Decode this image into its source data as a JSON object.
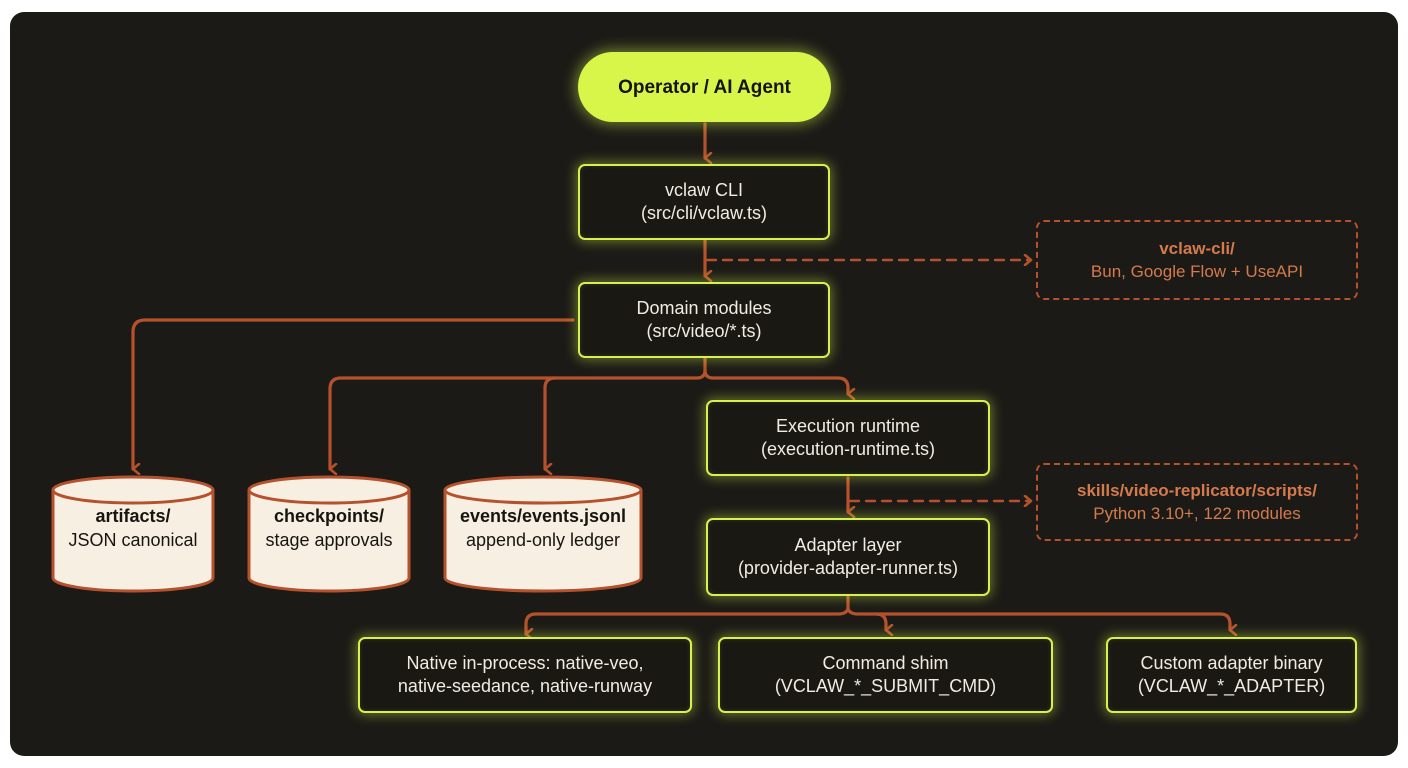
{
  "colors": {
    "background": "#1b1a16",
    "accent": "#d8f64a",
    "edge": "#b5512c",
    "dashed_text": "#d47a4d",
    "cylinder_fill": "#f7efe2"
  },
  "operator": {
    "label": "Operator / AI Agent"
  },
  "cli": {
    "line1": "vclaw CLI",
    "line2": "(src/cli/vclaw.ts)"
  },
  "domain": {
    "line1": "Domain modules",
    "line2": "(src/video/*.ts)"
  },
  "runtime": {
    "line1": "Execution runtime",
    "line2": "(execution-runtime.ts)"
  },
  "adapter": {
    "line1": "Adapter layer",
    "line2": "(provider-adapter-runner.ts)"
  },
  "ext_cli": {
    "line1": "vclaw-cli/",
    "line2": "Bun, Google Flow + UseAPI"
  },
  "ext_skills": {
    "line1": "skills/video-replicator/scripts/",
    "line2": "Python 3.10+, 122 modules"
  },
  "stores": [
    {
      "line1": "artifacts/",
      "line2": "JSON canonical"
    },
    {
      "line1": "checkpoints/",
      "line2": "stage approvals"
    },
    {
      "line1": "events/events.jsonl",
      "line2": "append-only ledger"
    }
  ],
  "adapters": [
    {
      "line1": "Native in-process: native-veo,",
      "line2": "native-seedance, native-runway"
    },
    {
      "line1": "Command shim",
      "line2": "(VCLAW_*_SUBMIT_CMD)"
    },
    {
      "line1": "Custom adapter binary",
      "line2": "(VCLAW_*_ADAPTER)"
    }
  ]
}
